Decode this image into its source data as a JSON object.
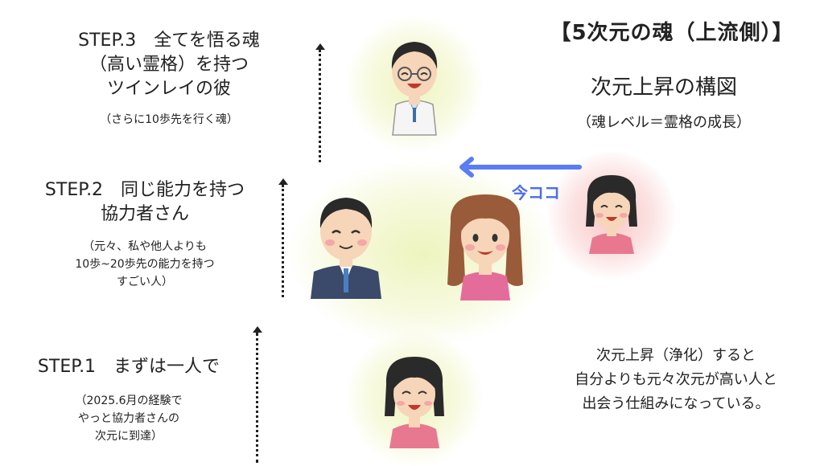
{
  "title": {
    "main": "【5次元の魂（上流側）】",
    "sub": "次元上昇の構図",
    "note": "（魂レベル＝霊格の成長）"
  },
  "steps": [
    {
      "heading_lines": [
        "STEP.3　全てを悟る魂",
        "（高い霊格）を持つ",
        "ツインレイの彼"
      ],
      "note_lines": [
        "（さらに10歩先を行く魂）"
      ]
    },
    {
      "heading_lines": [
        "STEP.2　同じ能力を持つ",
        "協力者さん"
      ],
      "note_lines": [
        "（元々、私や他人よりも",
        "10歩~20歩先の能力を持つ",
        "すごい人）"
      ]
    },
    {
      "heading_lines": [
        "STEP.1　まずは一人で"
      ],
      "note_lines": [
        "（2025.6月の経験で",
        "やっと協力者さんの",
        "次元に到達）"
      ]
    }
  ],
  "now_label": "今ココ",
  "caption_lines": [
    "次元上昇（浄化）すると",
    "自分よりも元々次元が高い人と",
    "出会う仕組みになっている。"
  ],
  "colors": {
    "arrow_blue": "#5a7cf5",
    "now_text": "#4a6cf0",
    "glow_yellow": "#f3f6c8",
    "glow_pink": "#fbd3d3"
  }
}
